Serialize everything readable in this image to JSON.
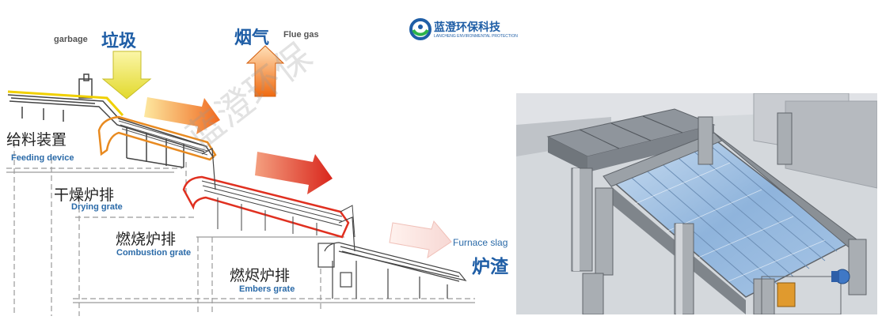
{
  "brand": {
    "name_cn": "蓝澄环保科技",
    "name_en": "LANCHENG ENVIRONMENTAL PROTECTION",
    "watermark": "蓝澄环保"
  },
  "labels": {
    "garbage_en": "garbage",
    "garbage_cn": "垃圾",
    "flue_cn": "烟气",
    "flue_en": "Flue gas",
    "feeding_cn": "给料装置",
    "feeding_en": "Feeding device",
    "drying_cn": "干燥炉排",
    "drying_en": "Drying grate",
    "combustion_cn": "燃烧炉排",
    "combustion_en": "Combustion grate",
    "embers_cn": "燃烬炉排",
    "embers_en": "Embers grate",
    "slag_en": "Furnace slag",
    "slag_cn": "炉渣"
  },
  "colors": {
    "accent_blue": "#1f5ea6",
    "garbage_arrow": "#e8e04a",
    "flue_arrow": "#f07a20",
    "heat_arrow": "#e5362a",
    "slag_arrow": "#f5a8a0",
    "panel_bg": "#d4d8dc"
  }
}
